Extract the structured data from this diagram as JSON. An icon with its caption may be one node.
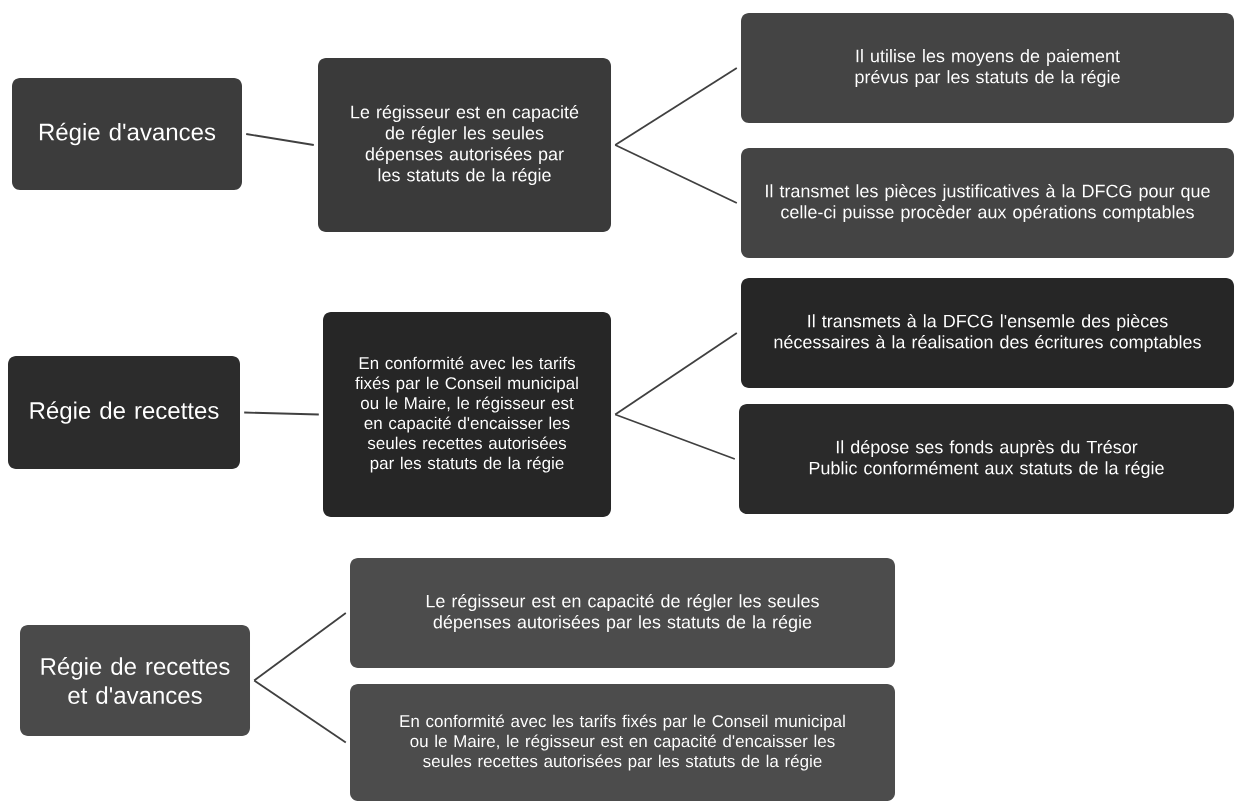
{
  "diagram": {
    "nodes": [
      {
        "text": [
          "Régie d'avances"
        ]
      },
      {
        "text": [
          "Le régisseur est en capacité de régler les seules dépenses autorisées par les statuts de la régie"
        ]
      },
      {
        "text": [
          "Il utilise les moyens de paiement prévus par les statuts de la régie"
        ]
      },
      {
        "text": [
          "Il transmet les pièces justificatives à la DFCG pour que celle-ci puisse procèder aux opérations comptables"
        ]
      },
      {
        "text": [
          "Régie de recettes"
        ]
      },
      {
        "text": [
          "En conformité avec les tarifs fixés par le Conseil municipal ou le Maire, le régisseur est en capacité d'encaisser les seules recettes autorisées par les statuts de la régie"
        ]
      },
      {
        "text": [
          "Il transmets à la DFCG l'ensemle des pièces nécessaires à la réalisation des écritures comptables"
        ]
      },
      {
        "text": [
          "Il dépose ses fonds auprès du Trésor Public conformément aux statuts de la régie"
        ]
      },
      {
        "text": [
          "Régie de recettes et d'avances"
        ]
      },
      {
        "text": [
          "Le régisseur est en capacité de régler les seules dépenses autorisées par les statuts de la régie"
        ]
      },
      {
        "text": [
          "En conformité avec les tarifs fixés par le Conseil municipal ou le Maire, le régisseur est en capacité d'encaisser les seules recettes autorisées par les statuts de la régie"
        ]
      }
    ],
    "edges": [
      {
        "from": 0,
        "to": 1,
        "arrow": "none"
      },
      {
        "from": 1,
        "to": 2,
        "arrow": "none"
      },
      {
        "from": 1,
        "to": 3,
        "arrow": "none"
      },
      {
        "from": 4,
        "to": 5,
        "arrow": "none"
      },
      {
        "from": 5,
        "to": 6,
        "arrow": "none"
      },
      {
        "from": 5,
        "to": 7,
        "arrow": "none"
      },
      {
        "from": 8,
        "to": 9,
        "arrow": "none"
      },
      {
        "from": 8,
        "to": 10,
        "arrow": "none"
      }
    ]
  }
}
